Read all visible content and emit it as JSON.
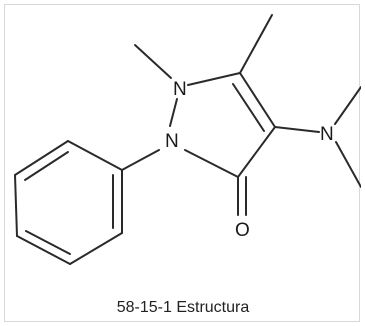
{
  "molecule": {
    "atoms": {
      "n1": "N",
      "n2": "N",
      "n_amine": "N",
      "o": "O"
    }
  },
  "caption": {
    "text": "58-15-1 Estructura"
  }
}
